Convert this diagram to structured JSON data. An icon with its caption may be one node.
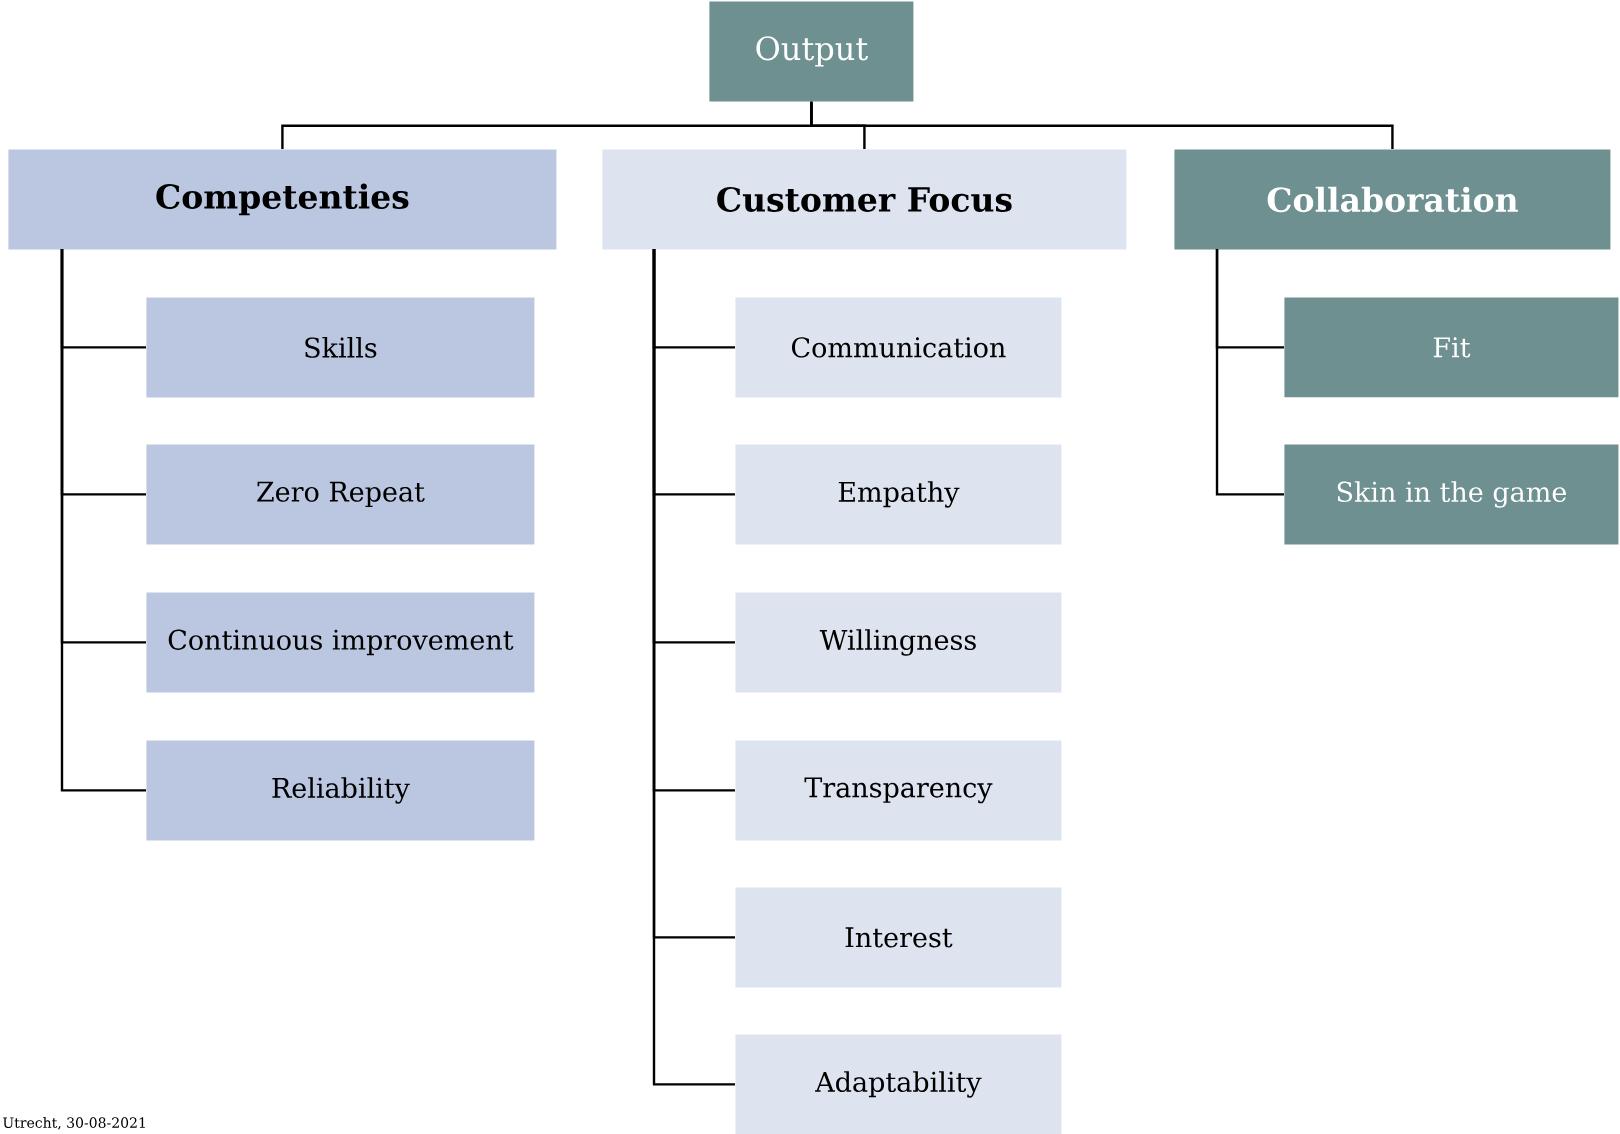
{
  "diagram": {
    "nodes": [
      {
        "text": [
          "Output"
        ]
      },
      {
        "text": [
          "Competenties"
        ]
      },
      {
        "text": [
          "Customer Focus"
        ]
      },
      {
        "text": [
          "Collaboration"
        ]
      },
      {
        "text": [
          "Skills"
        ]
      },
      {
        "text": [
          "Zero Repeat"
        ]
      },
      {
        "text": [
          "Continuous improvement"
        ]
      },
      {
        "text": [
          "Reliability"
        ]
      },
      {
        "text": [
          "Communication"
        ]
      },
      {
        "text": [
          "Empathy"
        ]
      },
      {
        "text": [
          "Willingness"
        ]
      },
      {
        "text": [
          "Transparency"
        ]
      },
      {
        "text": [
          "Interest"
        ]
      },
      {
        "text": [
          "Adaptability"
        ]
      },
      {
        "text": [
          "Fit"
        ]
      },
      {
        "text": [
          "Skin in the game"
        ]
      }
    ],
    "edges": [
      {
        "from": 0,
        "to": 1,
        "arrow": "none"
      },
      {
        "from": 0,
        "to": 2,
        "arrow": "none"
      },
      {
        "from": 0,
        "to": 3,
        "arrow": "none"
      },
      {
        "from": 1,
        "to": 4,
        "arrow": "none"
      },
      {
        "from": 1,
        "to": 5,
        "arrow": "none"
      },
      {
        "from": 1,
        "to": 6,
        "arrow": "none"
      },
      {
        "from": 1,
        "to": 7,
        "arrow": "none"
      },
      {
        "from": 2,
        "to": 8,
        "arrow": "none"
      },
      {
        "from": 2,
        "to": 9,
        "arrow": "none"
      },
      {
        "from": 2,
        "to": 10,
        "arrow": "none"
      },
      {
        "from": 2,
        "to": 11,
        "arrow": "none"
      },
      {
        "from": 2,
        "to": 12,
        "arrow": "none"
      },
      {
        "from": 2,
        "to": 13,
        "arrow": "none"
      },
      {
        "from": 3,
        "to": 14,
        "arrow": "none"
      },
      {
        "from": 3,
        "to": 15,
        "arrow": "none"
      }
    ],
    "labels": [
      "Utrecht, 30-08-2021"
    ]
  }
}
